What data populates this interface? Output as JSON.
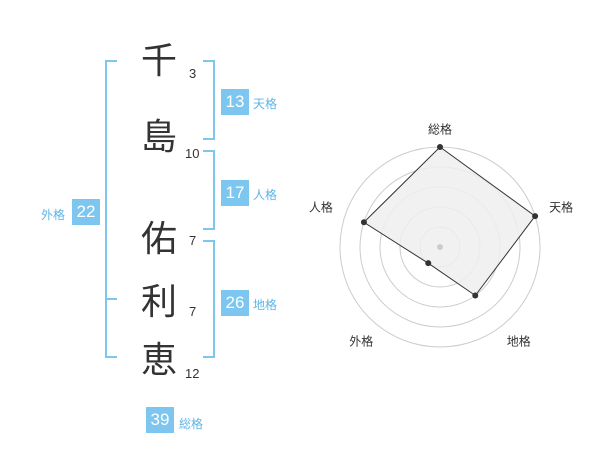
{
  "colors": {
    "accent": "#7cc6ef",
    "accent_text": "#5fb4e6",
    "badge_text": "#ffffff",
    "kanji": "#333333",
    "chart_fill": "#eeeeee",
    "chart_line": "#333333",
    "ring": "#cccccc"
  },
  "name": {
    "characters": [
      {
        "char": "千",
        "strokes": "3"
      },
      {
        "char": "島",
        "strokes": "10"
      },
      {
        "char": "佑",
        "strokes": "7"
      },
      {
        "char": "利",
        "strokes": "7"
      },
      {
        "char": "恵",
        "strokes": "12"
      }
    ]
  },
  "kaku": {
    "tenkaku": {
      "value": "13",
      "label": "天格"
    },
    "jinkaku": {
      "value": "17",
      "label": "人格"
    },
    "chikaku": {
      "value": "26",
      "label": "地格"
    },
    "gaikaku": {
      "value": "22",
      "label": "外格"
    },
    "soukaku": {
      "value": "39",
      "label": "総格"
    }
  },
  "chart_data": {
    "type": "radar",
    "axes": [
      "総格",
      "天格",
      "地格",
      "外格",
      "人格"
    ],
    "values": [
      5,
      5,
      3,
      1,
      4
    ],
    "max": 5,
    "rings": 5
  }
}
